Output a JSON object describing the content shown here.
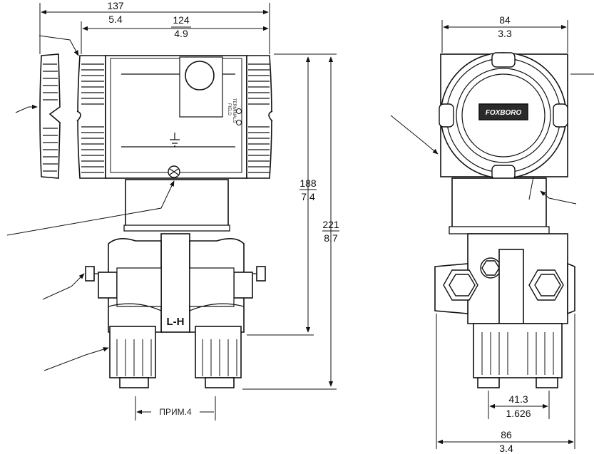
{
  "dimensions": {
    "overall_width": {
      "mm": "137",
      "in": "5.4"
    },
    "housing_width": {
      "mm": "124",
      "in": "4.9"
    },
    "side_housing_width": {
      "mm": "84",
      "in": "3.3"
    },
    "height_to_flange": {
      "mm": "188",
      "in": "7.4"
    },
    "overall_height": {
      "mm": "221",
      "in": "8.7"
    },
    "connection_spacing": {
      "mm": "41.3",
      "in": "1.626"
    },
    "side_overall_width": {
      "mm": "86",
      "in": "3.4"
    }
  },
  "labels": {
    "body_marking": "L-H",
    "terminal_marking_1": "FIELD",
    "terminal_marking_2": "TERMINALS",
    "nameplate_logo": "FOXBORO",
    "bottom_note": "ПРИМ.4"
  },
  "colors": {
    "line": "#111111",
    "fill_dark": "#2a2a2a",
    "fill_body": "#ffffff"
  }
}
